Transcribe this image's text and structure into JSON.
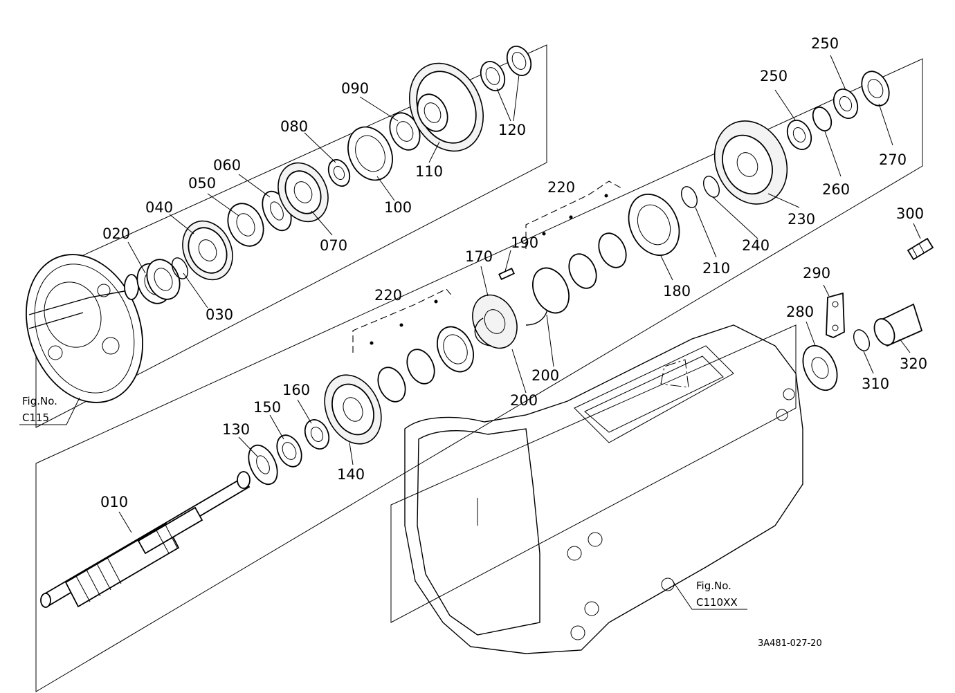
{
  "diagram": {
    "part_labels": {
      "p010": "010",
      "p020": "020",
      "p030": "030",
      "p040": "040",
      "p050": "050",
      "p060": "060",
      "p070": "070",
      "p080": "080",
      "p090": "090",
      "p100": "100",
      "p110": "110",
      "p120": "120",
      "p130": "130",
      "p140": "140",
      "p150": "150",
      "p160": "160",
      "p170": "170",
      "p180": "180",
      "p190": "190",
      "p200a": "200",
      "p200b": "200",
      "p210": "210",
      "p220a": "220",
      "p220b": "220",
      "p230": "230",
      "p240": "240",
      "p250a": "250",
      "p250b": "250",
      "p260": "260",
      "p270": "270",
      "p280": "280",
      "p290": "290",
      "p300": "300",
      "p310": "310",
      "p320": "320"
    },
    "fig_refs": {
      "clutch_housing": {
        "prefix": "Fig.No.",
        "number": "C115"
      },
      "transmission_case": {
        "prefix": "Fig.No.",
        "number": "C110XX"
      }
    },
    "drawing_code": "3A481-027-20"
  }
}
